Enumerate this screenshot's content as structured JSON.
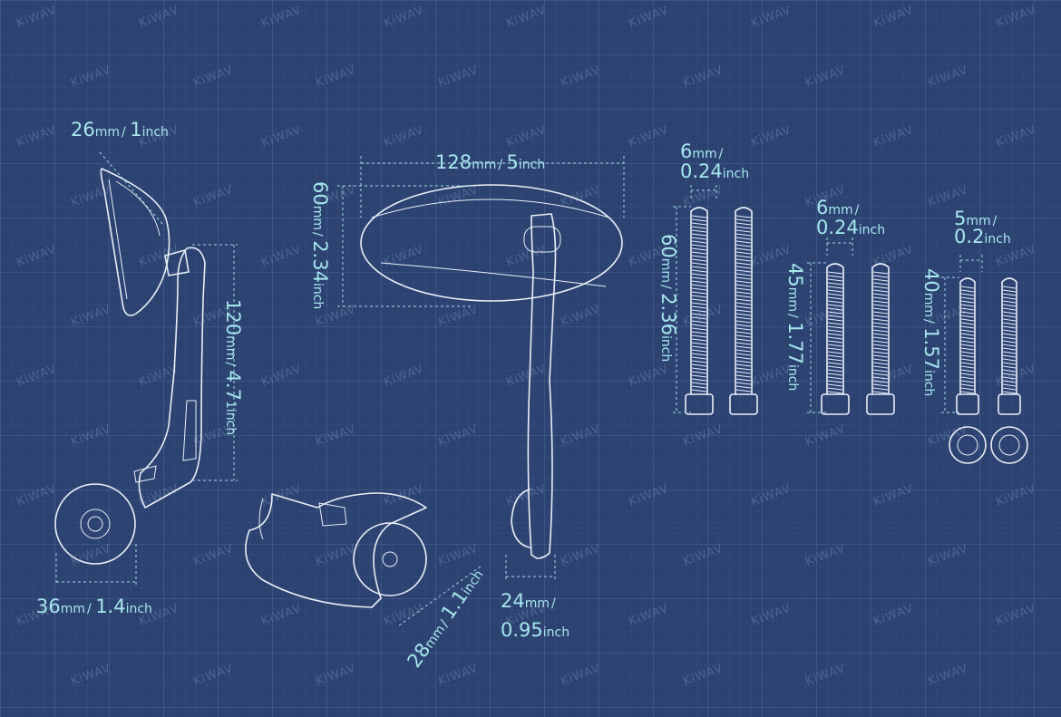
{
  "watermark": "KiWAV",
  "colors": {
    "background": "#2c4372",
    "line": "#e9eef7",
    "label": "#a7e6ec"
  },
  "side_view": {
    "width_top": {
      "num": "26",
      "unit1": "mm",
      "sep": "/ ",
      "num2": "1",
      "unit2": "inch"
    },
    "height": {
      "num": "120",
      "unit1": "mm",
      "sep": "/ ",
      "num2": "4.7",
      "unit2": "1inch"
    },
    "base_width": {
      "num": "36",
      "unit1": "mm",
      "sep": "/ ",
      "num2": "1.4",
      "unit2": "inch"
    }
  },
  "front_view": {
    "mirror_width": {
      "num": "128",
      "unit1": "mm",
      "sep": "/ ",
      "num2": "5",
      "unit2": "inch"
    },
    "mirror_height": {
      "num": "60",
      "unit1": "mm",
      "sep": "/ ",
      "num2": "2.34",
      "unit2": "inch"
    },
    "clamp_dia": {
      "num": "28",
      "unit1": "mm",
      "sep": "/ ",
      "num2": "1.1",
      "unit2": "inch"
    },
    "stem_width": {
      "line1": "24",
      "unit1": "mm",
      "sep": "/",
      "line2": "0.95",
      "unit2": "inch"
    }
  },
  "bolts": [
    {
      "dia_num": "6",
      "dia_unit1": "mm",
      "dia_sep": "/",
      "dia_num2": "0.24",
      "dia_unit2": "inch",
      "len_num": "60",
      "len_unit1": "mm",
      "len_sep": "/ ",
      "len_num2": "2.36",
      "len_unit2": "inch"
    },
    {
      "dia_num": "6",
      "dia_unit1": "mm",
      "dia_sep": "/",
      "dia_num2": "0.24",
      "dia_unit2": "inch",
      "len_num": "45",
      "len_unit1": "mm",
      "len_sep": "/ ",
      "len_num2": "1.77",
      "len_unit2": "inch"
    },
    {
      "dia_num": "5",
      "dia_unit1": "mm",
      "dia_sep": "/",
      "dia_num2": "0.2",
      "dia_unit2": "inch",
      "len_num": "40",
      "len_unit1": "mm",
      "len_sep": "/ ",
      "len_num2": "1.57",
      "len_unit2": "inch"
    }
  ]
}
